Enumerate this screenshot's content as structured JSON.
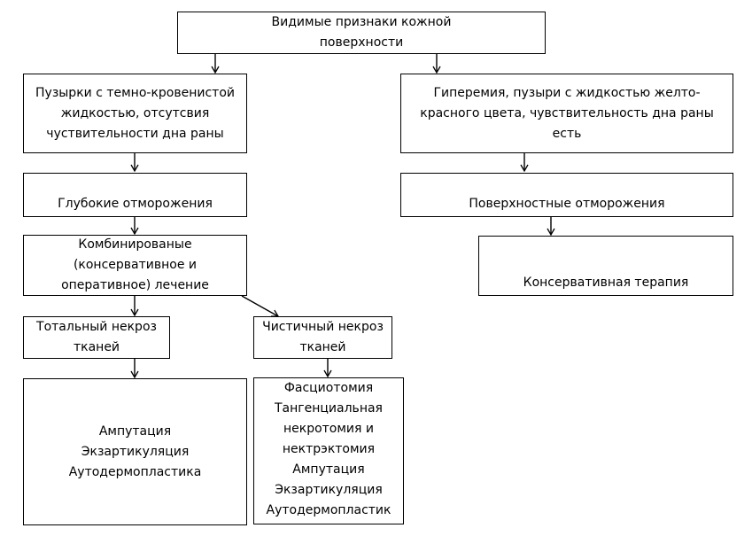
{
  "nodes": {
    "root": "Видимые признаки кожной\nповерхности",
    "left_signs": "Пузырки с темно-кровенистой\nжидкостью, отсутсвия\nчуствительности дна раны",
    "right_signs": "Гиперемия, пузыри с жидкостью желто-\nкрасного цвета, чувствительность дна раны\nесть",
    "deep_frostbite": "Глубокие отморожения",
    "superficial_frostbite": "Поверхностные отморожения",
    "combined_treatment": "Комбинированые\n(консервативное и\nоперативное) лечение",
    "conservative_therapy": "Консервативная терапия",
    "total_necrosis": "Тотальный некроз\nтканей",
    "partial_necrosis": "Чистичный некроз\nтканей",
    "total_outcomes": "Ампутация\nЭкзартикуляция\nАутодермопластика",
    "partial_outcomes": "Фасциотомия\nТангенциальная\nнекротомия и\nнектрэктомия\nАмпутация\nЭкзартикуляция\nАутодермопластик"
  }
}
